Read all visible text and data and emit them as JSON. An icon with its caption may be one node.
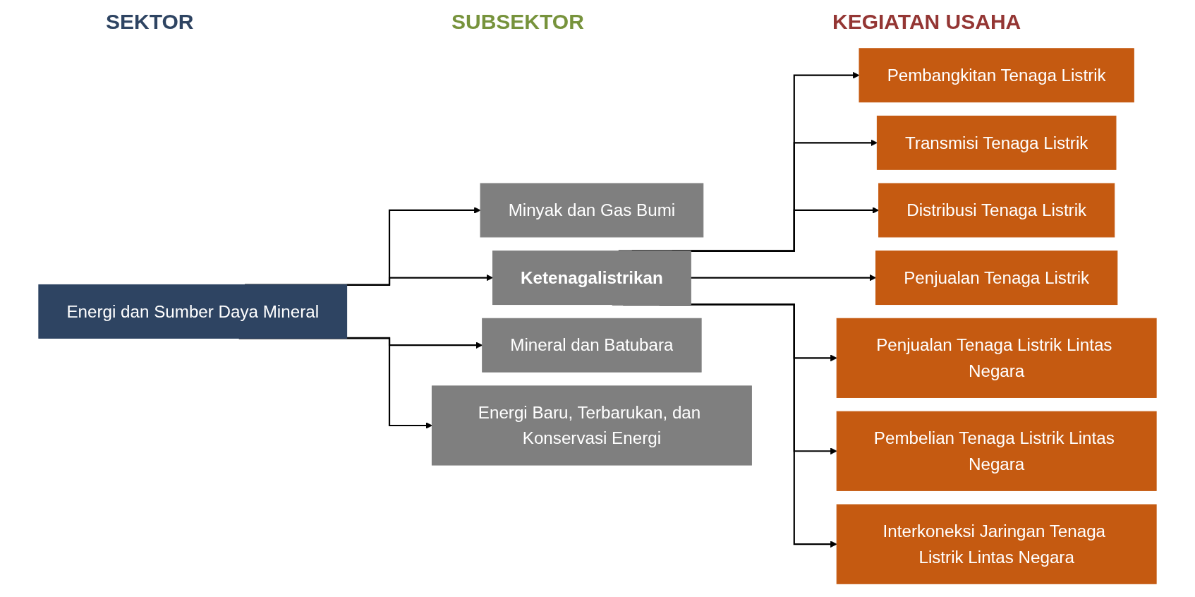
{
  "diagram": {
    "nodes": [
      {
        "text": [
          "Energi dan Sumber Daya Mineral"
        ]
      },
      {
        "text": [
          "Minyak dan Gas Bumi"
        ]
      },
      {
        "text": [
          "Ketenagalistrikan"
        ]
      },
      {
        "text": [
          "Mineral dan Batubara"
        ]
      },
      {
        "text": [
          "Energi Baru, Terbarukan, dan Konservasi Energi"
        ]
      },
      {
        "text": [
          "Pembangkitan Tenaga Listrik"
        ]
      },
      {
        "text": [
          "Transmisi Tenaga Listrik"
        ]
      },
      {
        "text": [
          "Distribusi Tenaga Listrik"
        ]
      },
      {
        "text": [
          "Penjualan Tenaga Listrik"
        ]
      },
      {
        "text": [
          "Penjualan Tenaga Listrik Lintas Negara"
        ]
      },
      {
        "text": [
          "Pembelian Tenaga Listrik Lintas Negara"
        ]
      },
      {
        "text": [
          "Interkoneksi Jaringan Tenaga Listrik Lintas Negara"
        ]
      }
    ],
    "edges": [
      {
        "from": 0,
        "to": 1,
        "arrow": "to"
      },
      {
        "from": 0,
        "to": 2,
        "arrow": "to"
      },
      {
        "from": 0,
        "to": 3,
        "arrow": "to"
      },
      {
        "from": 0,
        "to": 4,
        "arrow": "to"
      },
      {
        "from": 2,
        "to": 5,
        "arrow": "to"
      },
      {
        "from": 2,
        "to": 6,
        "arrow": "to"
      },
      {
        "from": 2,
        "to": 7,
        "arrow": "to"
      },
      {
        "from": 2,
        "to": 8,
        "arrow": "to"
      },
      {
        "from": 2,
        "to": 9,
        "arrow": "to"
      },
      {
        "from": 2,
        "to": 10,
        "arrow": "to"
      },
      {
        "from": 2,
        "to": 11,
        "arrow": "to"
      }
    ],
    "labels": [
      "SEKTOR",
      "SUBSEKTOR",
      "KEGIATAN USAHA"
    ]
  }
}
